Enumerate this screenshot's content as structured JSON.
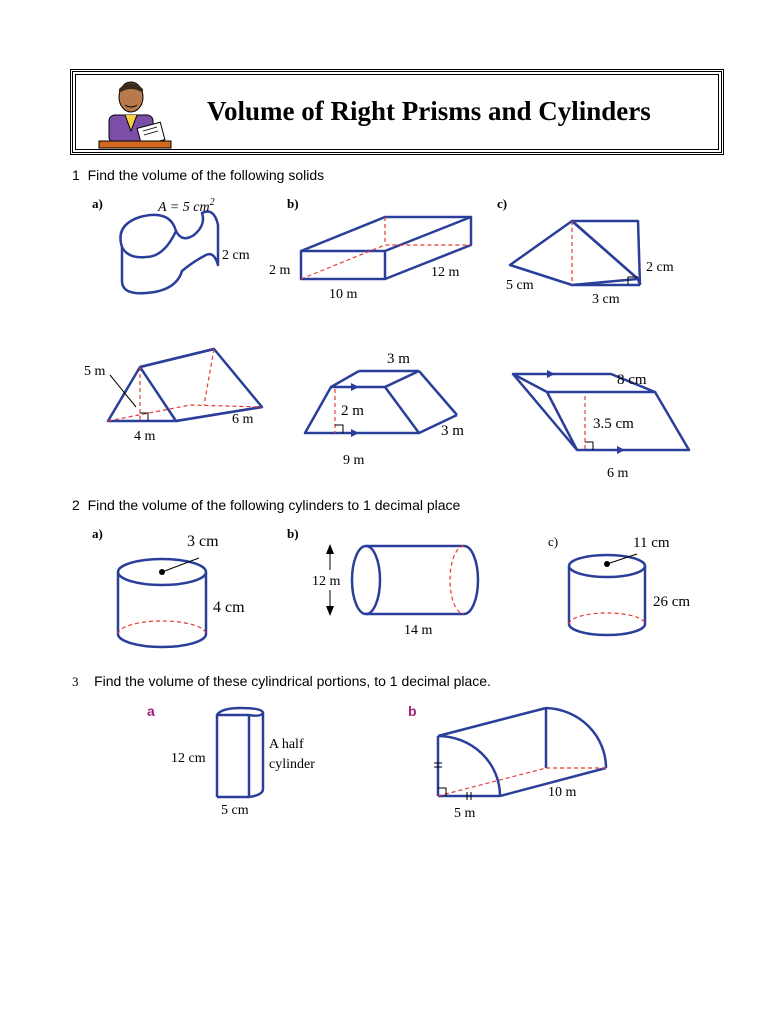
{
  "header": {
    "title": "Volume of Right Prisms and Cylinders"
  },
  "q1": {
    "number": "1",
    "text": "Find the volume of the following solids",
    "a": {
      "label": "a)",
      "area": "A = 5 cm",
      "area_sup": "2",
      "height": "2 cm"
    },
    "b": {
      "label": "b)",
      "h": "2 m",
      "l": "12 m",
      "w": "10 m"
    },
    "c": {
      "label": "c)",
      "h": "2 cm",
      "l": "5 cm",
      "w": "3 cm"
    },
    "d": {
      "slant": "5 m",
      "length": "6 m",
      "base": "4 m"
    },
    "e": {
      "top": "3 m",
      "height": "2 m",
      "depth": "3 m",
      "base": "9 m"
    },
    "f": {
      "top": "8 cm",
      "height": "3.5 cm",
      "base": "6 m"
    }
  },
  "q2": {
    "number": "2",
    "text": "Find the volume of the following cylinders to 1 decimal place",
    "a": {
      "label": "a)",
      "radius": "3 cm",
      "height": "4 cm"
    },
    "b": {
      "label": "b)",
      "diameter": "12 m",
      "length": "14 m"
    },
    "c": {
      "label": "c)",
      "radius": "11 cm",
      "height": "26 cm"
    }
  },
  "q3": {
    "number": "3",
    "text": "Find the volume of these cylindrical portions, to 1 decimal place.",
    "a": {
      "label": "a",
      "height": "12 cm",
      "diameter": "5 cm",
      "note_line1": "A half",
      "note_line2": "cylinder"
    },
    "b": {
      "label": "b",
      "length": "10 m",
      "radius": "5 m"
    }
  },
  "colors": {
    "shape": "#2a3f9a",
    "hidden": "#e53935",
    "label_purple": "#a0207a"
  }
}
